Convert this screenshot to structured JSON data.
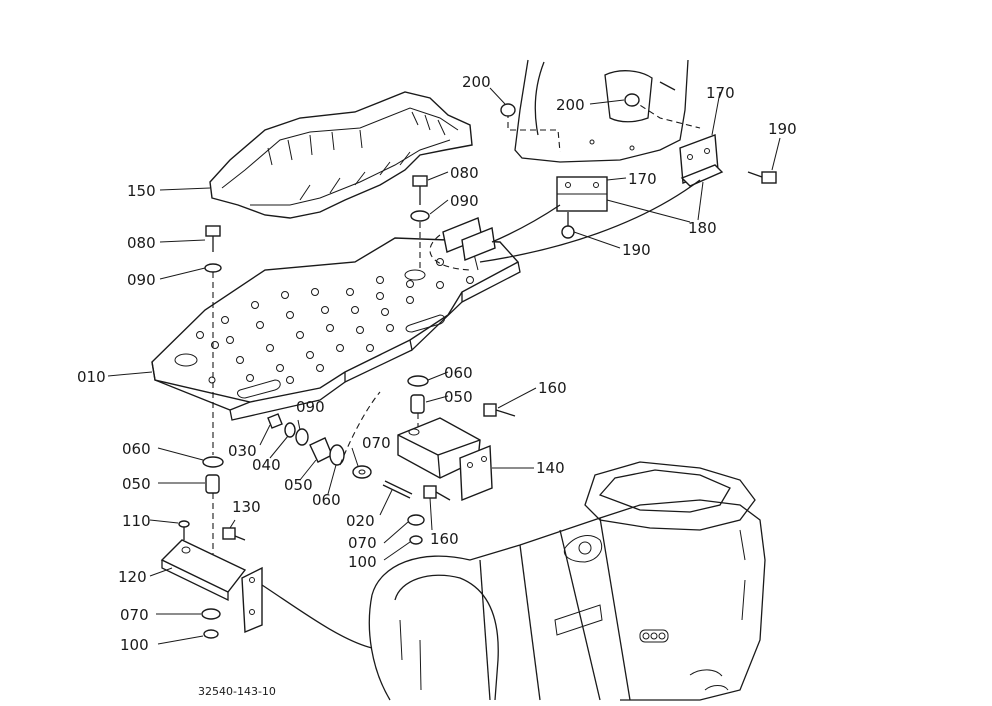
{
  "labels": [
    {
      "id": "010",
      "text": "010"
    },
    {
      "id": "020",
      "text": "020"
    },
    {
      "id": "030",
      "text": "030"
    },
    {
      "id": "040",
      "text": "040"
    },
    {
      "id": "050-a",
      "text": "050"
    },
    {
      "id": "050-b",
      "text": "050"
    },
    {
      "id": "050-c",
      "text": "050"
    },
    {
      "id": "060-a",
      "text": "060"
    },
    {
      "id": "060-b",
      "text": "060"
    },
    {
      "id": "060-c",
      "text": "060"
    },
    {
      "id": "070-a",
      "text": "070"
    },
    {
      "id": "070-b",
      "text": "070"
    },
    {
      "id": "070-c",
      "text": "070"
    },
    {
      "id": "080-a",
      "text": "080"
    },
    {
      "id": "080-b",
      "text": "080"
    },
    {
      "id": "090-a",
      "text": "090"
    },
    {
      "id": "090-b",
      "text": "090"
    },
    {
      "id": "090-c",
      "text": "090"
    },
    {
      "id": "100-a",
      "text": "100"
    },
    {
      "id": "100-b",
      "text": "100"
    },
    {
      "id": "110",
      "text": "110"
    },
    {
      "id": "120",
      "text": "120"
    },
    {
      "id": "130",
      "text": "130"
    },
    {
      "id": "140",
      "text": "140"
    },
    {
      "id": "150",
      "text": "150"
    },
    {
      "id": "160-a",
      "text": "160"
    },
    {
      "id": "160-b",
      "text": "160"
    },
    {
      "id": "170-a",
      "text": "170"
    },
    {
      "id": "170-b",
      "text": "170"
    },
    {
      "id": "180",
      "text": "180"
    },
    {
      "id": "190-a",
      "text": "190"
    },
    {
      "id": "190-b",
      "text": "190"
    },
    {
      "id": "200-a",
      "text": "200"
    },
    {
      "id": "200-b",
      "text": "200"
    }
  ],
  "drawing_code": "32540-143-10"
}
